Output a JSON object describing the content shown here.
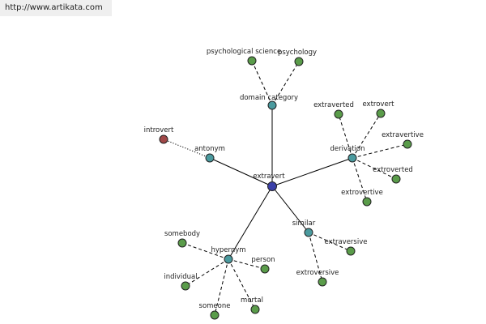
{
  "header": {
    "url": "http://www.artikata.com"
  },
  "colors": {
    "center": "#3a3fa8",
    "relation": "#4a9a9e",
    "word": "#5a9c4a",
    "antonym_word": "#a04848"
  },
  "graph": {
    "nodes": [
      {
        "id": "extravert",
        "label": "extravert",
        "kind": "center"
      },
      {
        "id": "domain_category",
        "label": "domain category",
        "kind": "relation"
      },
      {
        "id": "antonym",
        "label": "antonym",
        "kind": "relation"
      },
      {
        "id": "derivation",
        "label": "derivation",
        "kind": "relation"
      },
      {
        "id": "similar",
        "label": "similar",
        "kind": "relation"
      },
      {
        "id": "hypernym",
        "label": "hypernym",
        "kind": "relation"
      },
      {
        "id": "psychological_science",
        "label": "psychological science",
        "kind": "word"
      },
      {
        "id": "psychology",
        "label": "psychology",
        "kind": "word"
      },
      {
        "id": "introvert",
        "label": "introvert",
        "kind": "antonym_word"
      },
      {
        "id": "extraverted",
        "label": "extraverted",
        "kind": "word"
      },
      {
        "id": "extrovert",
        "label": "extrovert",
        "kind": "word"
      },
      {
        "id": "extravertive",
        "label": "extravertive",
        "kind": "word"
      },
      {
        "id": "extroverted",
        "label": "extroverted",
        "kind": "word"
      },
      {
        "id": "extrovertive",
        "label": "extrovertive",
        "kind": "word"
      },
      {
        "id": "extraversive",
        "label": "extraversive",
        "kind": "word"
      },
      {
        "id": "extroversive",
        "label": "extroversive",
        "kind": "word"
      },
      {
        "id": "somebody",
        "label": "somebody",
        "kind": "word"
      },
      {
        "id": "person",
        "label": "person",
        "kind": "word"
      },
      {
        "id": "individual",
        "label": "individual",
        "kind": "word"
      },
      {
        "id": "someone",
        "label": "someone",
        "kind": "word"
      },
      {
        "id": "mortal",
        "label": "mortal",
        "kind": "word"
      }
    ],
    "edges": [
      {
        "from": "extravert",
        "to": "domain_category",
        "style": "solid"
      },
      {
        "from": "extravert",
        "to": "antonym",
        "style": "solid"
      },
      {
        "from": "extravert",
        "to": "derivation",
        "style": "solid"
      },
      {
        "from": "extravert",
        "to": "similar",
        "style": "solid"
      },
      {
        "from": "extravert",
        "to": "hypernym",
        "style": "solid"
      },
      {
        "from": "domain_category",
        "to": "psychological_science",
        "style": "dashed"
      },
      {
        "from": "domain_category",
        "to": "psychology",
        "style": "dashed"
      },
      {
        "from": "antonym",
        "to": "introvert",
        "style": "dotted"
      },
      {
        "from": "derivation",
        "to": "extraverted",
        "style": "dashed"
      },
      {
        "from": "derivation",
        "to": "extrovert",
        "style": "dashed"
      },
      {
        "from": "derivation",
        "to": "extravertive",
        "style": "dashed"
      },
      {
        "from": "derivation",
        "to": "extroverted",
        "style": "dashed"
      },
      {
        "from": "derivation",
        "to": "extrovertive",
        "style": "dashed"
      },
      {
        "from": "similar",
        "to": "extraversive",
        "style": "dashed"
      },
      {
        "from": "similar",
        "to": "extroversive",
        "style": "dashed"
      },
      {
        "from": "hypernym",
        "to": "somebody",
        "style": "dashed"
      },
      {
        "from": "hypernym",
        "to": "person",
        "style": "dashed"
      },
      {
        "from": "hypernym",
        "to": "individual",
        "style": "dashed"
      },
      {
        "from": "hypernym",
        "to": "someone",
        "style": "dashed"
      },
      {
        "from": "hypernym",
        "to": "mortal",
        "style": "dashed"
      }
    ]
  }
}
